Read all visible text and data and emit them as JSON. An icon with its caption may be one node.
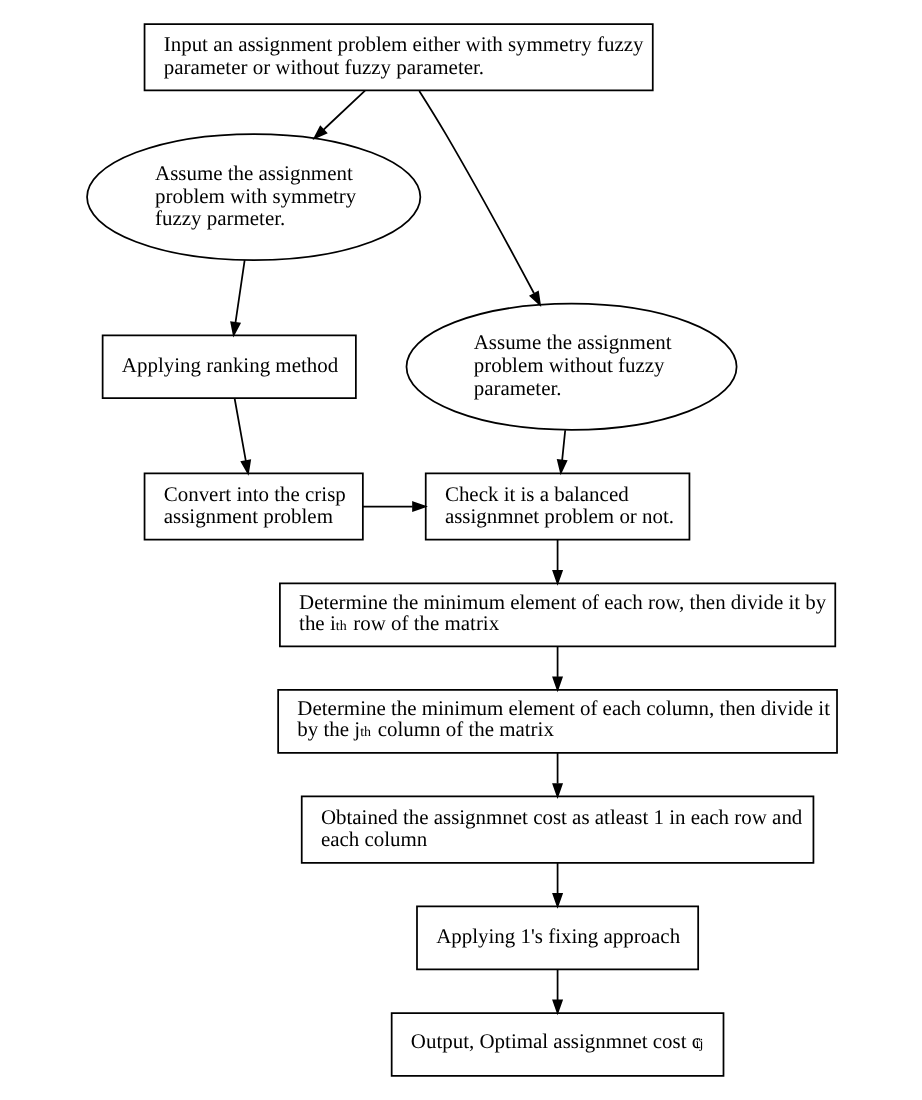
{
  "diagram": {
    "nodes": [
      {
        "text": [
          "Input an assignment problem either with symmetry fuzzy parameter or without fuzzy parameter."
        ]
      },
      {
        "text": [
          "Assume the assignment problem with symmetry fuzzy parmeter."
        ]
      },
      {
        "text": [
          "Assume the assignment problem without fuzzy parameter."
        ]
      },
      {
        "text": [
          "Applying ranking method"
        ]
      },
      {
        "text": [
          "Convert into the crisp assignment problem"
        ]
      },
      {
        "text": [
          "Check it is a balanced assignmnet problem or not."
        ]
      },
      {
        "text": [
          "Determine the minimum element of each row, then divide it by the i$^{th}$ row of the matrix"
        ]
      },
      {
        "text": [
          "Determine the minimum element of each column, then divide it by the j$^{th}$ column of the matrix"
        ]
      },
      {
        "text": [
          "Obtained the assignmnet cost as atleast 1 in each row and each column"
        ]
      },
      {
        "text": [
          "Applying 1's fixing approach"
        ]
      },
      {
        "text": [
          "Output, Optimal assignmnet cost c$_{ij}$"
        ]
      }
    ],
    "edges": [
      {
        "from": 0,
        "to": 1,
        "arrow": "to"
      },
      {
        "from": 0,
        "to": 2,
        "arrow": "to"
      },
      {
        "from": 1,
        "to": 3,
        "arrow": "to"
      },
      {
        "from": 3,
        "to": 4,
        "arrow": "to"
      },
      {
        "from": 2,
        "to": 5,
        "arrow": "to"
      },
      {
        "from": 4,
        "to": 5,
        "arrow": "to"
      },
      {
        "from": 5,
        "to": 6,
        "arrow": "to"
      },
      {
        "from": 6,
        "to": 7,
        "arrow": "to"
      },
      {
        "from": 7,
        "to": 8,
        "arrow": "to"
      },
      {
        "from": 8,
        "to": 9,
        "arrow": "to"
      },
      {
        "from": 9,
        "to": 10,
        "arrow": "to"
      }
    ]
  }
}
